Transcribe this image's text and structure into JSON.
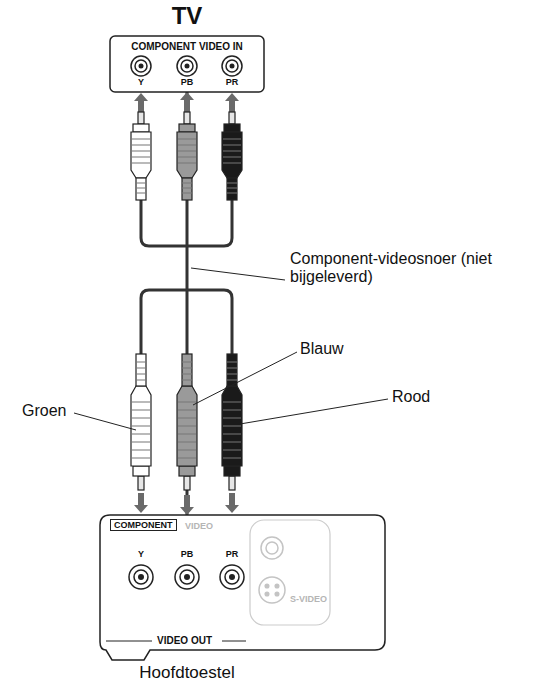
{
  "diagram": {
    "nodes": [
      {
        "text": [
          "TV",
          "COMPONENT VIDEO IN"
        ]
      },
      {
        "text": [
          "COMPONENT",
          "VIDEO",
          "S-VIDEO",
          "VIDEO OUT",
          "Hoofdtoestel"
        ]
      }
    ],
    "edges": [
      {
        "from": 1,
        "to": 0,
        "arrow": "both"
      }
    ],
    "labels": [
      "Y",
      "PB",
      "PR",
      "Component-videosnoer (niet bijgeleverd)",
      "Blauw",
      "Groen",
      "Rood",
      "Y",
      "PB",
      "PR"
    ]
  }
}
